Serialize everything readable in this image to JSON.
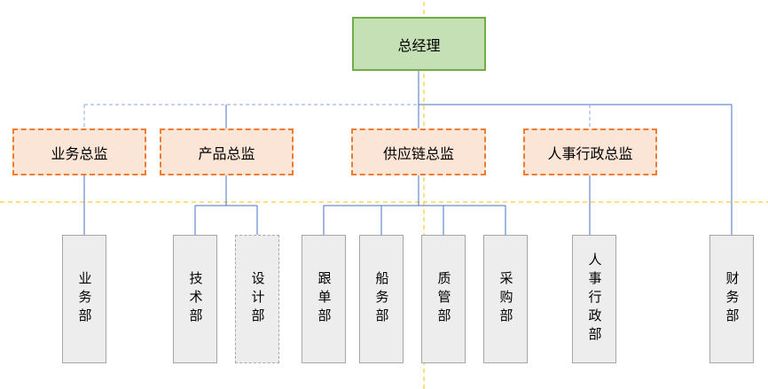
{
  "chart": {
    "type": "org-chart",
    "ceo": {
      "label": "总经理"
    },
    "directors": [
      {
        "label": "业务总监"
      },
      {
        "label": "产品总监"
      },
      {
        "label": "供应链总监"
      },
      {
        "label": "人事行政总监"
      }
    ],
    "departments": [
      {
        "label": "业务部"
      },
      {
        "label": "技术部"
      },
      {
        "label": "设计部"
      },
      {
        "label": "跟单部"
      },
      {
        "label": "船务部"
      },
      {
        "label": "质管部"
      },
      {
        "label": "采购部"
      },
      {
        "label": "人事行政部"
      },
      {
        "label": "财务部"
      }
    ],
    "colors": {
      "ceo_fill": "#C5E0B4",
      "ceo_border": "#70AD47",
      "director_fill": "#FBE5D6",
      "director_border": "#ED7D31",
      "dept_fill": "#EDEDED",
      "dept_border": "#A6A6A6",
      "connector": "#4472C4",
      "connector_dashed": "#8FAADC",
      "guide": "#FFC000"
    }
  }
}
